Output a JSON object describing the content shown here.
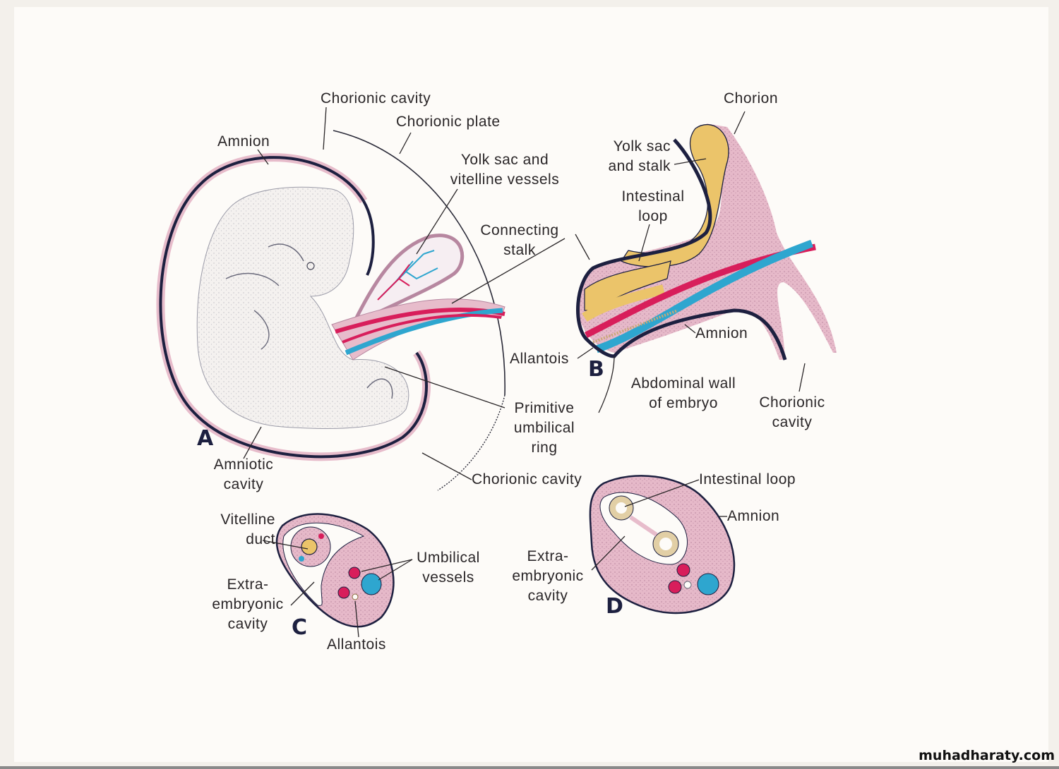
{
  "figure": {
    "panels": {
      "a": "A",
      "b": "B",
      "c": "C",
      "d": "D"
    },
    "panel_a_labels": {
      "chorionic_cavity_top": "Chorionic cavity",
      "chorionic_plate": "Chorionic plate",
      "amnion": "Amnion",
      "yolk_sac_line1": "Yolk sac and",
      "yolk_sac_line2": "vitelline vessels",
      "connecting_stalk_line1": "Connecting",
      "connecting_stalk_line2": "stalk",
      "primitive_ring_line1": "Primitive",
      "primitive_ring_line2": "umbilical",
      "primitive_ring_line3": "ring",
      "amniotic_cavity_line1": "Amniotic",
      "amniotic_cavity_line2": "cavity",
      "chorionic_cavity_bottom": "Chorionic cavity"
    },
    "panel_b_labels": {
      "chorion": "Chorion",
      "yolk_sac_line1": "Yolk sac",
      "yolk_sac_line2": "and stalk",
      "intestinal_loop_line1": "Intestinal",
      "intestinal_loop_line2": "loop",
      "amnion": "Amnion",
      "allantois": "Allantois",
      "abdominal_wall_line1": "Abdominal wall",
      "abdominal_wall_line2": "of embryo",
      "chorionic_cavity_line1": "Chorionic",
      "chorionic_cavity_line2": "cavity"
    },
    "panel_c_labels": {
      "vitelline_duct_line1": "Vitelline",
      "vitelline_duct_line2": "duct",
      "umbilical_vessels_line1": "Umbilical",
      "umbilical_vessels_line2": "vessels",
      "extra_line1": "Extra-",
      "extra_line2": "embryonic",
      "extra_line3": "cavity",
      "allantois": "Allantois"
    },
    "panel_d_labels": {
      "intestinal_loop": "Intestinal loop",
      "amnion": "Amnion",
      "extra_line1": "Extra-",
      "extra_line2": "embryonic",
      "extra_line3": "cavity"
    },
    "colors": {
      "paper": "#fdfbf8",
      "outline": "#1d2040",
      "pink_tissue": "#e7bccb",
      "yolk": "#ebc46a",
      "artery_red": "#d81e5b",
      "vein_blue": "#2ea6cf",
      "embryo": "#f4f1ef"
    }
  },
  "watermark": "muhadharaty.com"
}
